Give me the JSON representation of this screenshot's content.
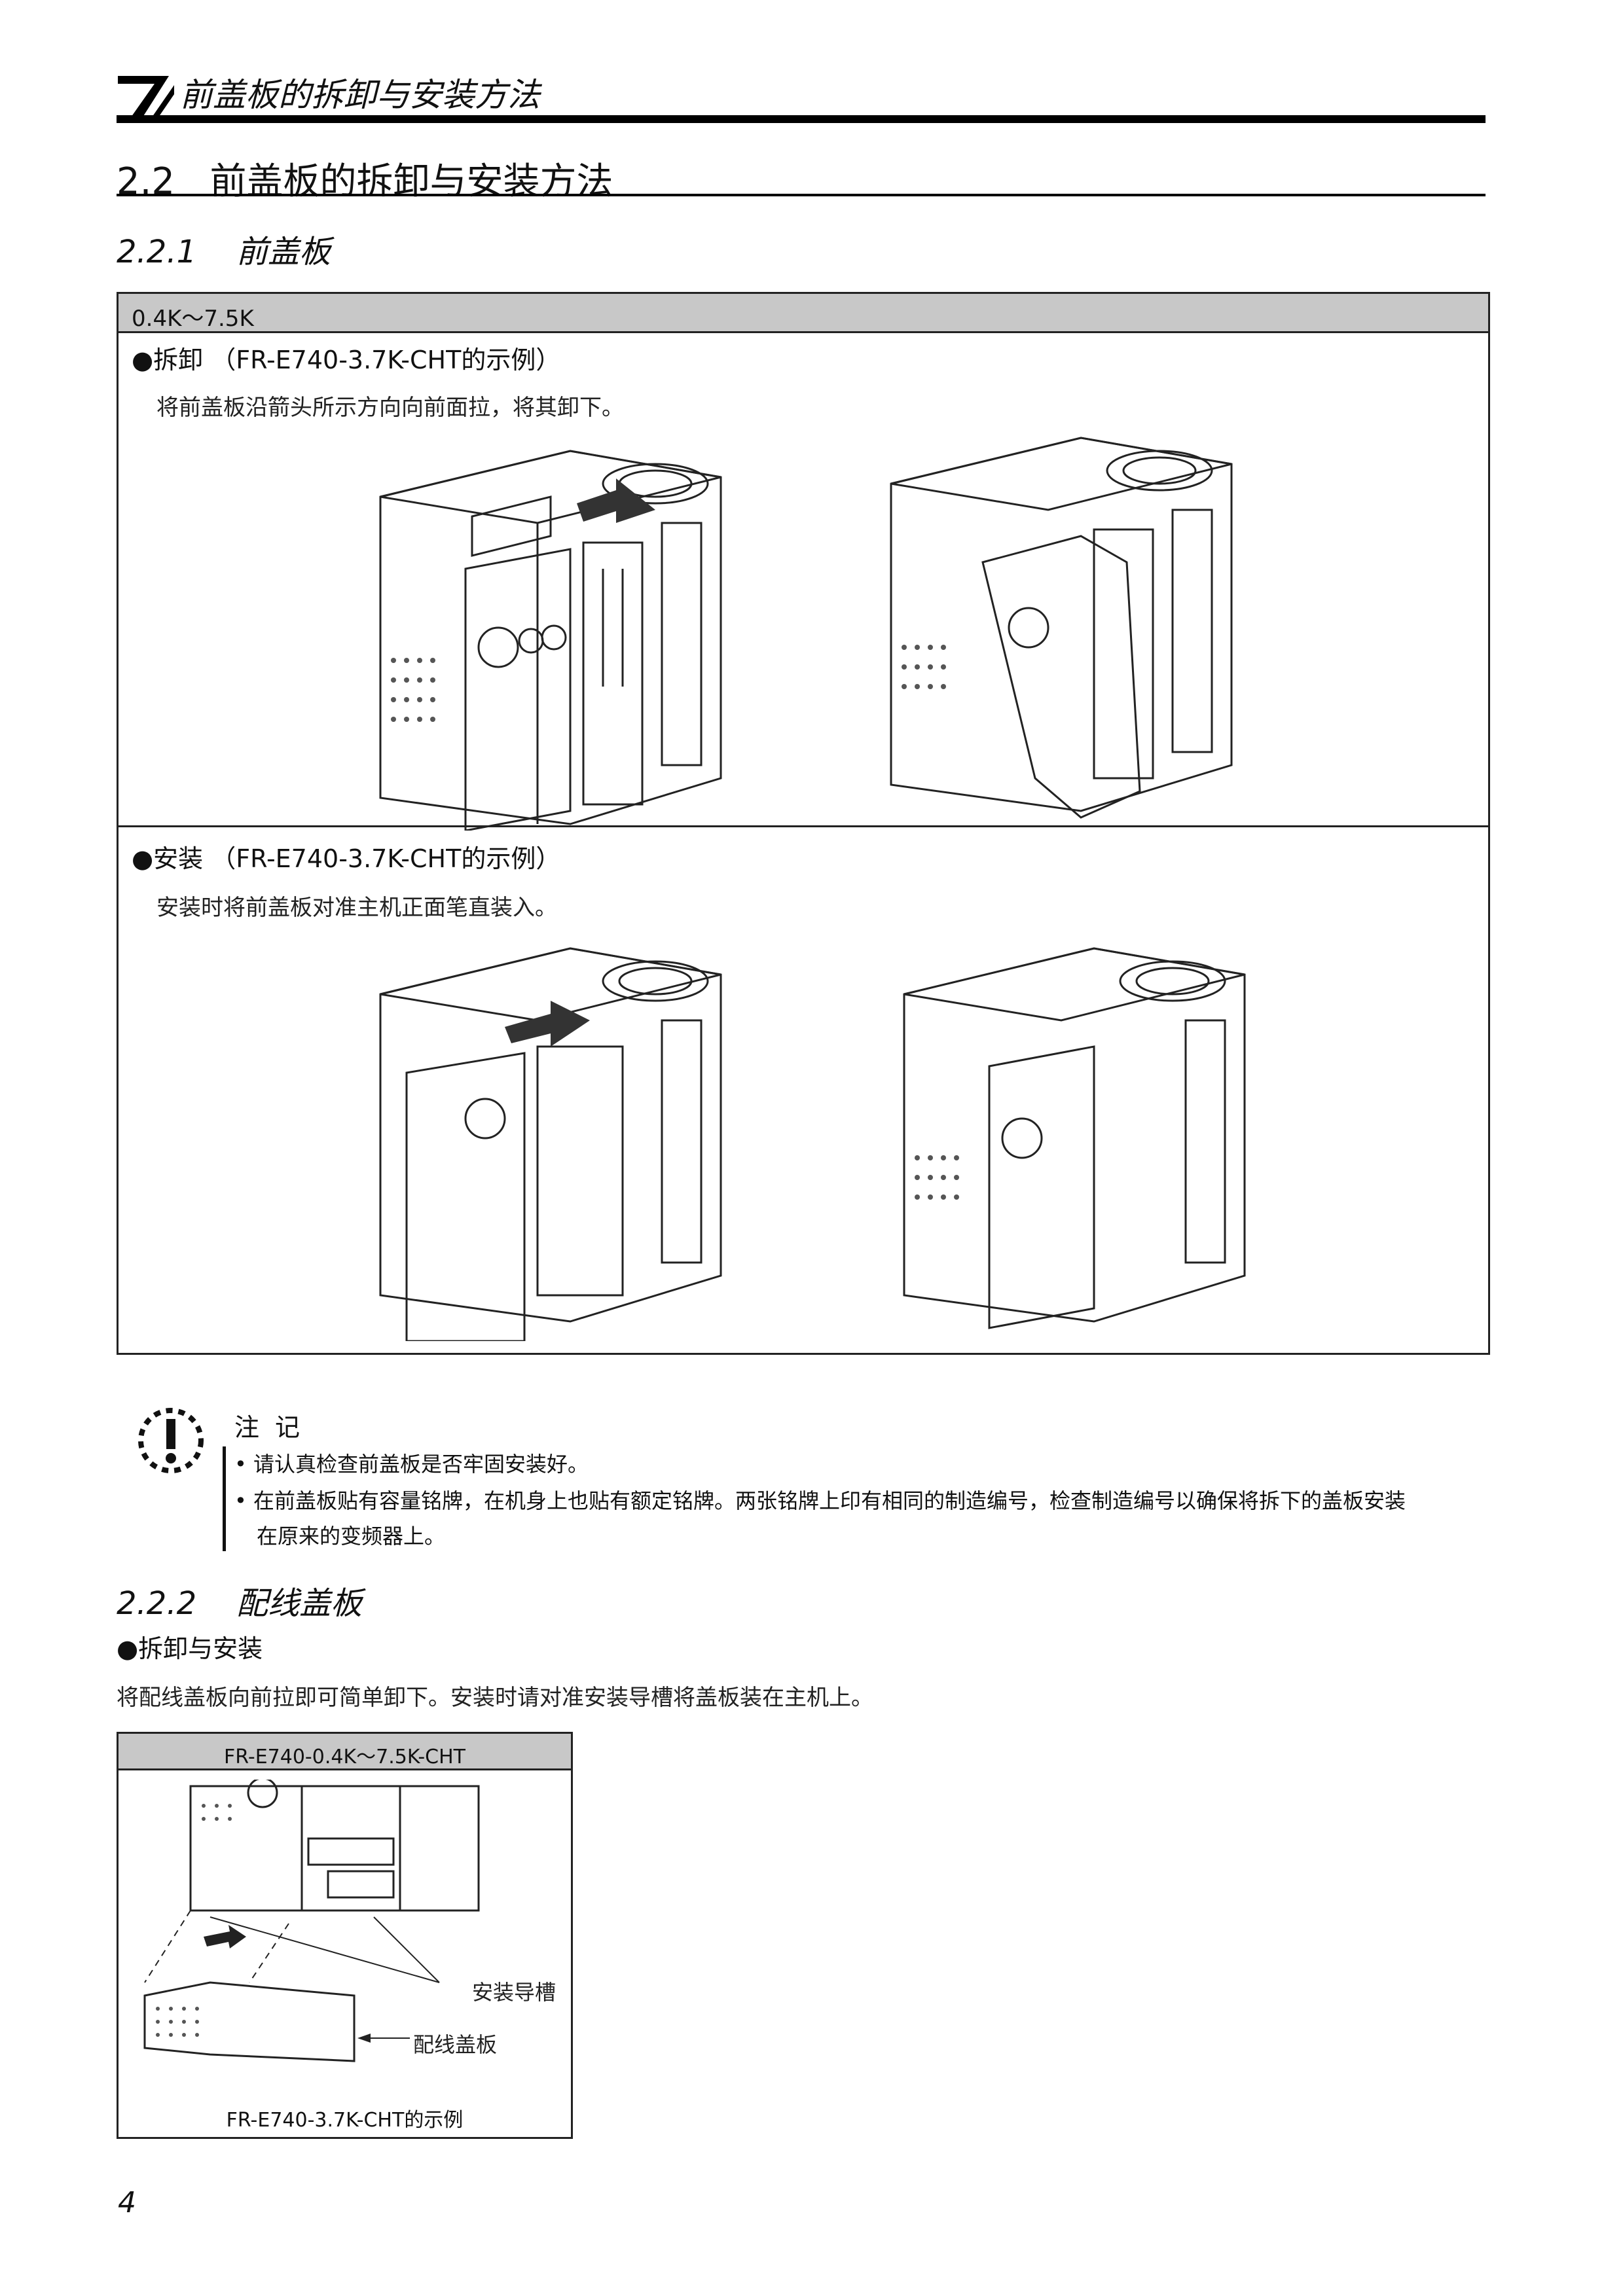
{
  "header": {
    "running_title": "前盖板的拆卸与安装方法"
  },
  "section": {
    "number": "2.2",
    "title": "前盖板的拆卸与安装方法"
  },
  "sub1": {
    "number": "2.2.1",
    "title": "前盖板"
  },
  "box1": {
    "head": "0.4K～7.5K",
    "removal": {
      "title": "●拆卸 （FR-E740-3.7K-CHT的示例）",
      "text": "将前盖板沿箭头所示方向向前面拉，将其卸下。"
    },
    "install": {
      "title": "●安装 （FR-E740-3.7K-CHT的示例）",
      "text": "安装时将前盖板对准主机正面笔直装入。"
    }
  },
  "note": {
    "title": "注记",
    "items": [
      "•  请认真检查前盖板是否牢固安装好。",
      "•  在前盖板贴有容量铭牌，在机身上也贴有额定铭牌。两张铭牌上印有相同的制造编号，检查制造编号以确保将拆下的盖板安装",
      "在原来的变频器上。"
    ]
  },
  "sub2": {
    "number": "2.2.2",
    "title": "配线盖板"
  },
  "wiring": {
    "title": "●拆卸与安装",
    "text": "将配线盖板向前拉即可简单卸下。安装时请对准安装导槽将盖板装在主机上。",
    "box_head": "FR-E740-0.4K～7.5K-CHT",
    "label_guide": "安装导槽",
    "label_cover": "配线盖板",
    "caption": "FR-E740-3.7K-CHT的示例"
  },
  "page_number": "4"
}
